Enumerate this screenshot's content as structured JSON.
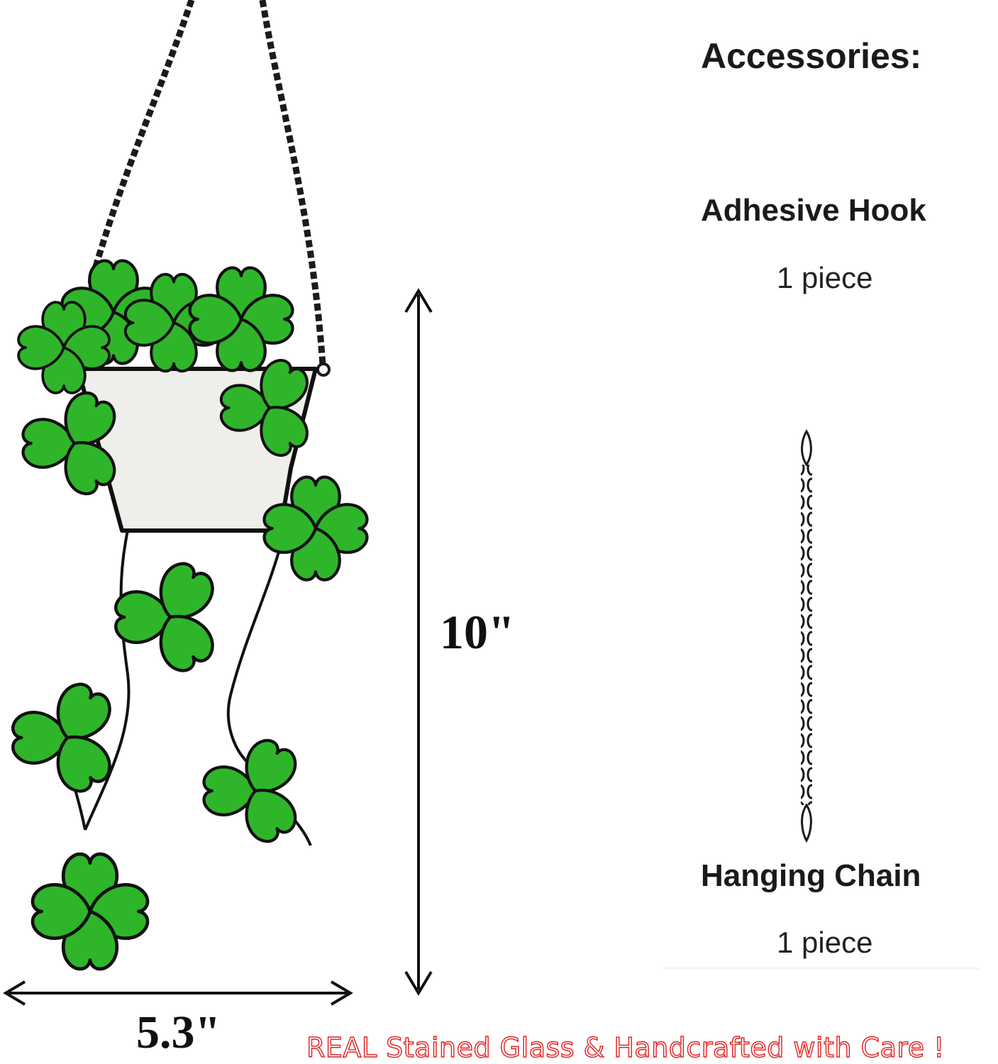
{
  "accessories": {
    "heading": "Accessories:",
    "items": [
      {
        "name": "Adhesive Hook",
        "quantity": "1 piece"
      },
      {
        "name": "Hanging Chain",
        "quantity": "1 piece"
      }
    ]
  },
  "dimensions": {
    "height": "10\"",
    "width": "5.3\""
  },
  "tagline": "REAL Stained Glass & Handcrafted with Care !",
  "colors": {
    "leaf_green": "#2fb52a",
    "leaf_dark": "#1f8f1e",
    "lead_line": "#111111",
    "pot_glass": "#eeeeea",
    "tagline_red": "#e02020"
  },
  "icons": [
    "hanging-chain-icon",
    "double-arrow-icon"
  ]
}
